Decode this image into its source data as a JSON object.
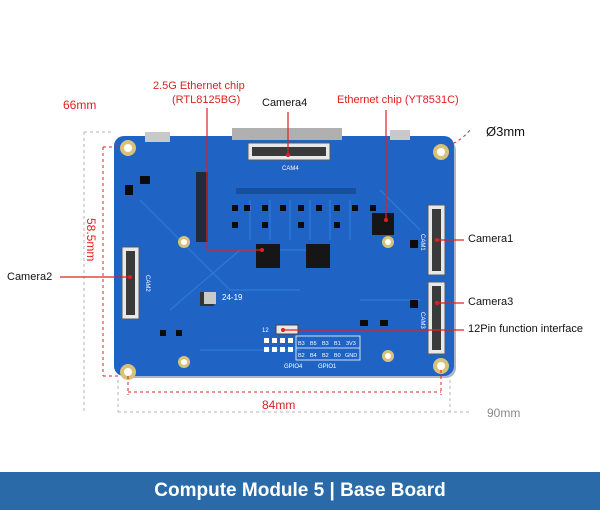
{
  "dimensions": {
    "overall_width": "90mm",
    "overall_height": "66mm",
    "hole_spacing_x": "84mm",
    "hole_spacing_y": "58.5mm",
    "hole_diameter": "Ø3mm"
  },
  "callouts": {
    "eth25_line1": "2.5G Ethernet chip",
    "eth25_line2": "(RTL8125BG)",
    "eth_chip": "Ethernet chip (YT8531C)",
    "camera4": "Camera4",
    "camera1": "Camera1",
    "camera2": "Camera2",
    "camera3": "Camera3",
    "gpio_interface": "12Pin function interface"
  },
  "silkscreen": {
    "cam4": "CAM4",
    "cam1": "CAM1",
    "cam2": "CAM2",
    "cam3": "CAM3",
    "date_code": "24-19",
    "pin12": "12",
    "gpio_top": [
      "B3",
      "B5",
      "B3",
      "B1",
      "3V3"
    ],
    "gpio_bottom": [
      "B2",
      "B4",
      "B2",
      "B0",
      "GND"
    ],
    "gpio_left": "GPIO4",
    "gpio_right": "GPIO1"
  },
  "footer_title": "Compute Module 5 | Base Board",
  "colors": {
    "pcb": "#1f63c4",
    "pcb_dark": "#174f9e",
    "callout": "#e02020",
    "footer_bg": "#2a6aa8"
  }
}
